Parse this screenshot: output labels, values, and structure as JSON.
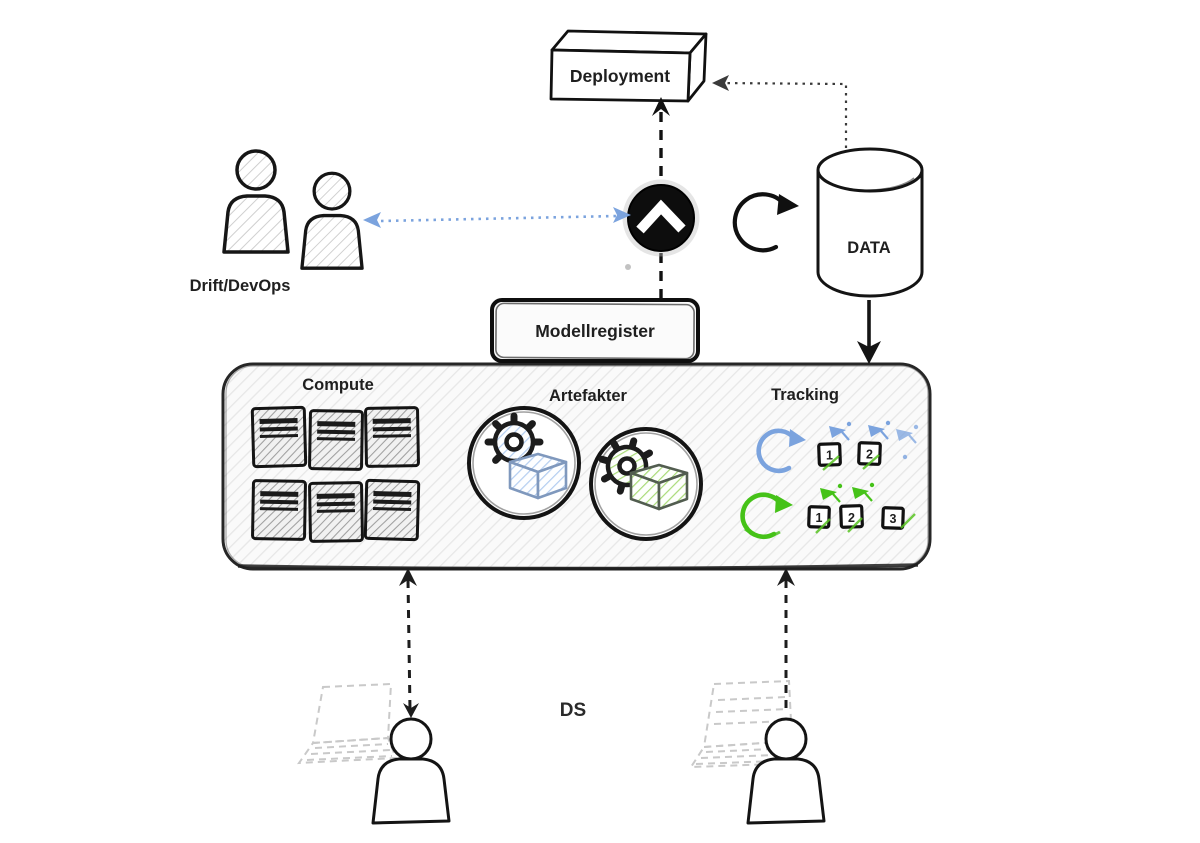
{
  "diagram": {
    "nodes": {
      "deployment": {
        "label": "Deployment"
      },
      "devops": {
        "label": "Drift/DevOps"
      },
      "data_store": {
        "label": "DATA"
      },
      "model_registry": {
        "label": "Modellregister"
      },
      "platform": {
        "compute_label": "Compute",
        "artifacts_label": "Artefakter",
        "tracking_label": "Tracking",
        "tracking_runs": [
          {
            "color_name": "blue",
            "steps": [
              "1",
              "2"
            ]
          },
          {
            "color_name": "green",
            "steps": [
              "1",
              "2",
              "3"
            ]
          }
        ]
      },
      "ds_label": "DS"
    },
    "colors": {
      "ink": "#1a1a1a",
      "blue": "#7ba3de",
      "green": "#45c218",
      "laptop_gray": "#c9c9c9"
    }
  }
}
